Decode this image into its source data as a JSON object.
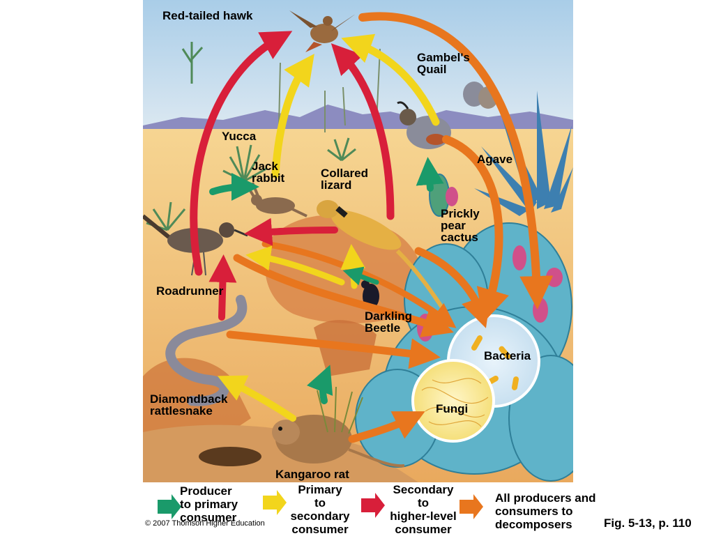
{
  "labels": {
    "hawk": "Red-tailed hawk",
    "quail": "Gambel's\nQuail",
    "yucca": "Yucca",
    "jackrabbit": "Jack\nrabbit",
    "lizard": "Collared\nlizard",
    "agave": "Agave",
    "cactus": "Prickly\npear\ncactus",
    "roadrunner": "Roadrunner",
    "beetle": "Darkling\nBeetle",
    "bacteria": "Bacteria",
    "rattlesnake": "Diamondback\nrattlesnake",
    "fungi": "Fungi",
    "kangaroo_rat": "Kangaroo rat"
  },
  "legend": [
    {
      "text": "Producer\nto primary\nconsumer",
      "color": "#1a9a6a"
    },
    {
      "text": "Primary\nto\nsecondary\nconsumer",
      "color": "#f2d51c"
    },
    {
      "text": "Secondary\nto\nhigher-level\nconsumer",
      "color": "#d81f3a"
    },
    {
      "text": "All producers and\nconsumers to\ndecomposers",
      "color": "#e8761e"
    }
  ],
  "credit": "© 2007 Thomson Higher Education",
  "figure_ref": "Fig. 5-13, p. 110",
  "colors": {
    "sky": "#bcd7ec",
    "mountains": "#8c8cc0",
    "sand": "#f1c57a",
    "rock": "#d9864a",
    "producer_arrow": "#1a9a6a",
    "primary_arrow": "#f2d51c",
    "secondary_arrow": "#d81f3a",
    "decomposer_arrow": "#e8761e",
    "cactus": "#5fb3c9",
    "fruit": "#d0508a"
  }
}
